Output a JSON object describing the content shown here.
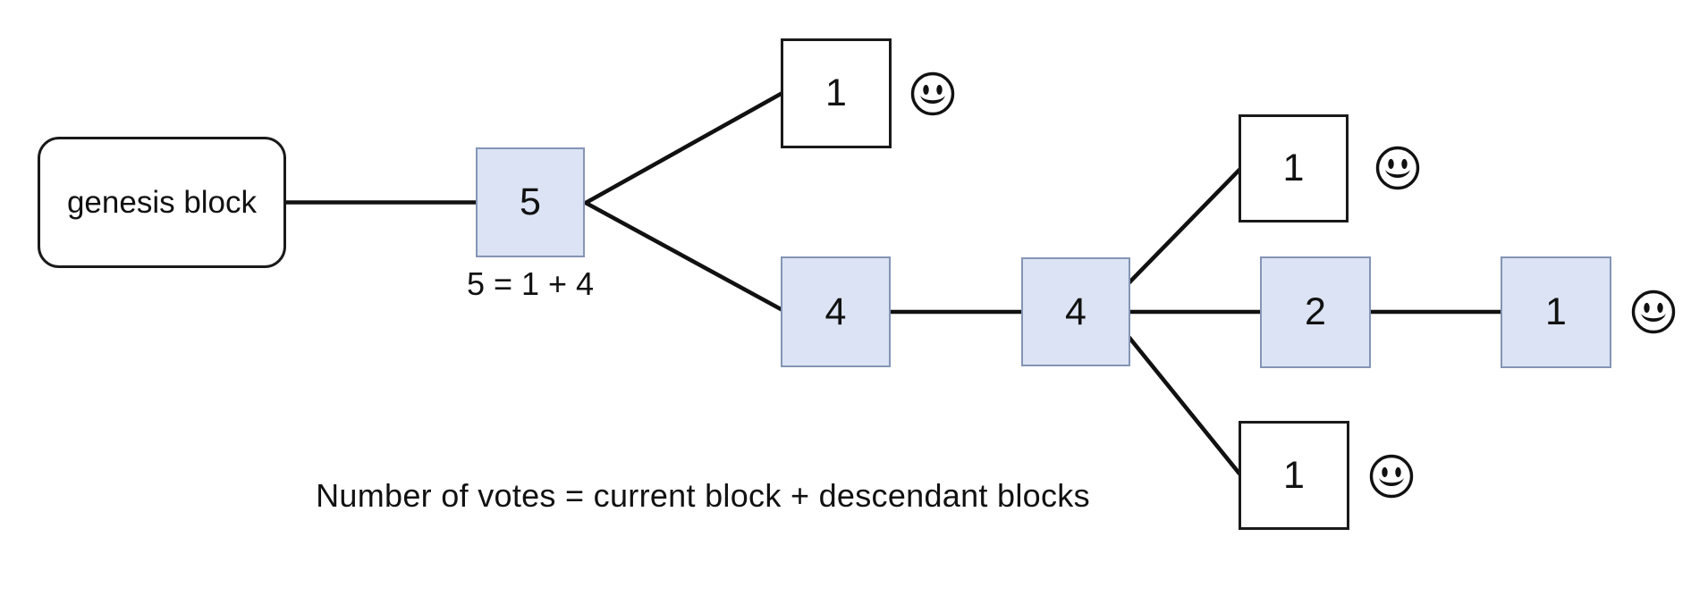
{
  "diagram": {
    "nodes": {
      "genesis": {
        "label": "genesis block",
        "highlighted": false
      },
      "n5": {
        "label": "5",
        "votes": 5,
        "highlighted": true
      },
      "n1_top": {
        "label": "1",
        "votes": 1,
        "highlighted": false,
        "smiley": true
      },
      "n4_left": {
        "label": "4",
        "votes": 4,
        "highlighted": true
      },
      "n4_right": {
        "label": "4",
        "votes": 4,
        "highlighted": true
      },
      "n1_upper_right": {
        "label": "1",
        "votes": 1,
        "highlighted": false,
        "smiley": true
      },
      "n2": {
        "label": "2",
        "votes": 2,
        "highlighted": true
      },
      "n1_chain_tip": {
        "label": "1",
        "votes": 1,
        "highlighted": true,
        "smiley": true
      },
      "n1_lower_right": {
        "label": "1",
        "votes": 1,
        "highlighted": false,
        "smiley": true
      }
    },
    "annotations": {
      "formula": "5 = 1 + 4",
      "caption": "Number of votes = current block + descendant blocks"
    },
    "icons": {
      "smiley": "smiley-face"
    },
    "colors": {
      "background": "#ffffff",
      "highlight_fill": "#dbe3f4",
      "highlight_border": "#8495b5",
      "plain_fill": "#ffffff",
      "plain_border": "#1a1a1a",
      "edge": "#111111",
      "text": "#111111"
    }
  }
}
